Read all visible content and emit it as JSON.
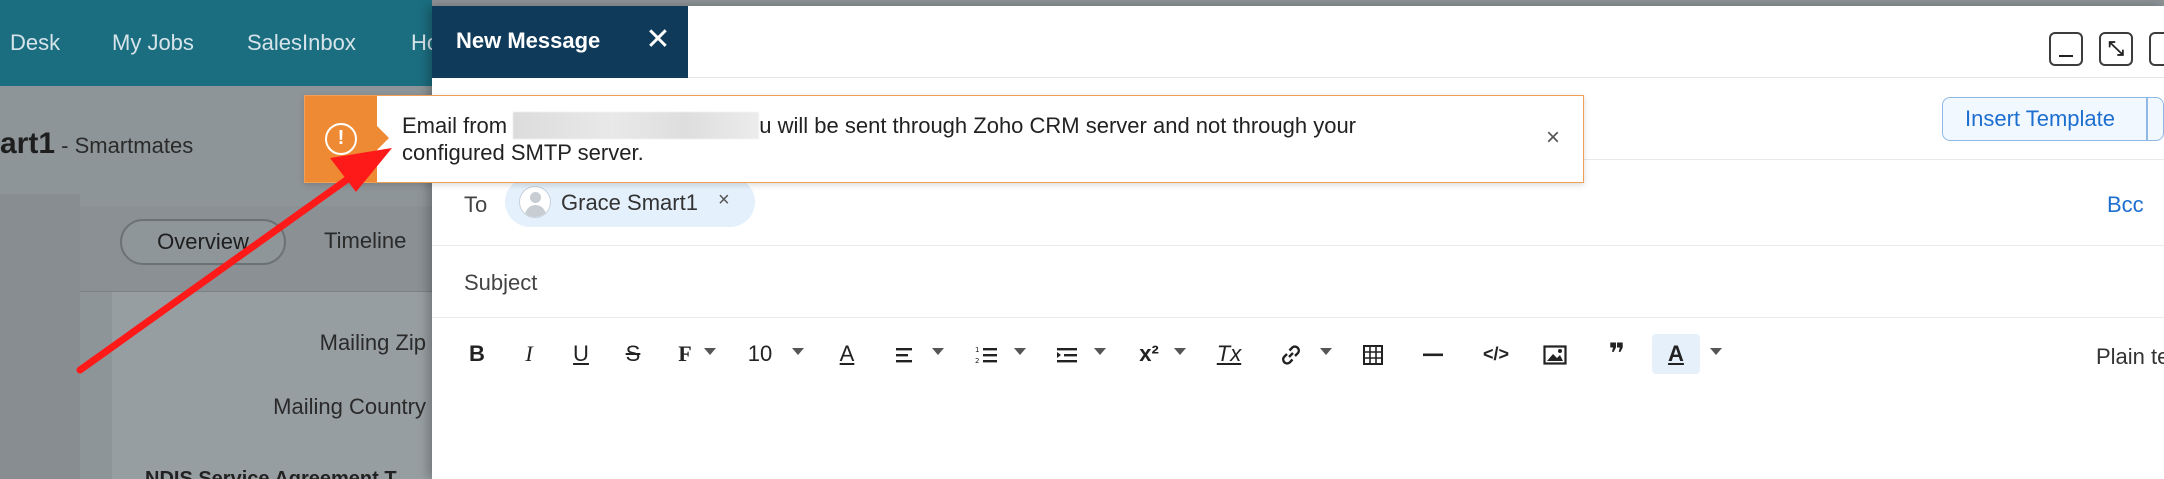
{
  "crm": {
    "nav": [
      "Desk",
      "My Jobs",
      "SalesInbox",
      "Ho"
    ],
    "record_name": "art1",
    "record_sep": " - ",
    "record_org": "Smartmates",
    "tabs": {
      "overview": "Overview",
      "timeline": "Timeline"
    },
    "fields": [
      "Mailing Zip",
      "Mailing Country"
    ],
    "trailing_section": "NDIS Service Agreement T"
  },
  "compose": {
    "title": "New Message",
    "close_glyph": "✕",
    "insert_template": "Insert Template",
    "to_label": "To",
    "recipient": {
      "name": "Grace Smart1",
      "remove_glyph": "×"
    },
    "bcc": "Bcc",
    "subject_placeholder": "Subject",
    "plain_text": "Plain te"
  },
  "notice": {
    "text_before": "Email from ",
    "text_after": "u will be sent through Zoho CRM server and not through your",
    "text_line2": "configured SMTP server.",
    "icon_glyph": "!",
    "close_glyph": "×",
    "color": "#ee8a34"
  },
  "toolbar": {
    "bold": "B",
    "italic": "I",
    "underline": "U",
    "strike": "S",
    "font": "F",
    "font_size": "10",
    "text_color": "A",
    "superscript": "x²",
    "clear_format": "Tx",
    "code": "</>",
    "quote": "❞",
    "spellcheck": "A"
  },
  "annotation": {
    "arrow_color": "#ff1a1a"
  }
}
